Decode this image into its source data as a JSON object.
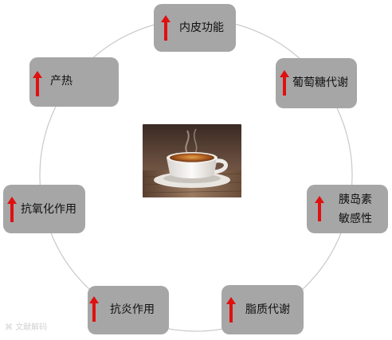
{
  "nodes": [
    {
      "id": "endothelial",
      "label": "内皮功能",
      "arrow": "up-arrow-icon"
    },
    {
      "id": "glucose",
      "label": "葡萄糖代谢",
      "arrow": "up-arrow-icon"
    },
    {
      "id": "insulin",
      "label_line1": "胰岛素",
      "label_line2": "敏感性",
      "arrow": "up-arrow-icon"
    },
    {
      "id": "lipid",
      "label": "脂质代谢",
      "arrow": "up-arrow-icon"
    },
    {
      "id": "anti-inflammatory",
      "label": "抗炎作用",
      "arrow": "up-arrow-icon"
    },
    {
      "id": "antioxidant",
      "label": "抗氧化作用",
      "arrow": "up-arrow-icon"
    },
    {
      "id": "thermogenesis",
      "label": "产热",
      "arrow": "up-arrow-icon"
    }
  ],
  "center": {
    "icon": "coffee-cup-icon"
  },
  "watermark": {
    "text": "文献解码"
  },
  "colors": {
    "box": "#a6a6a6",
    "arrow": "#e01010",
    "ring": "#c9c9c9",
    "text": "#111111"
  }
}
